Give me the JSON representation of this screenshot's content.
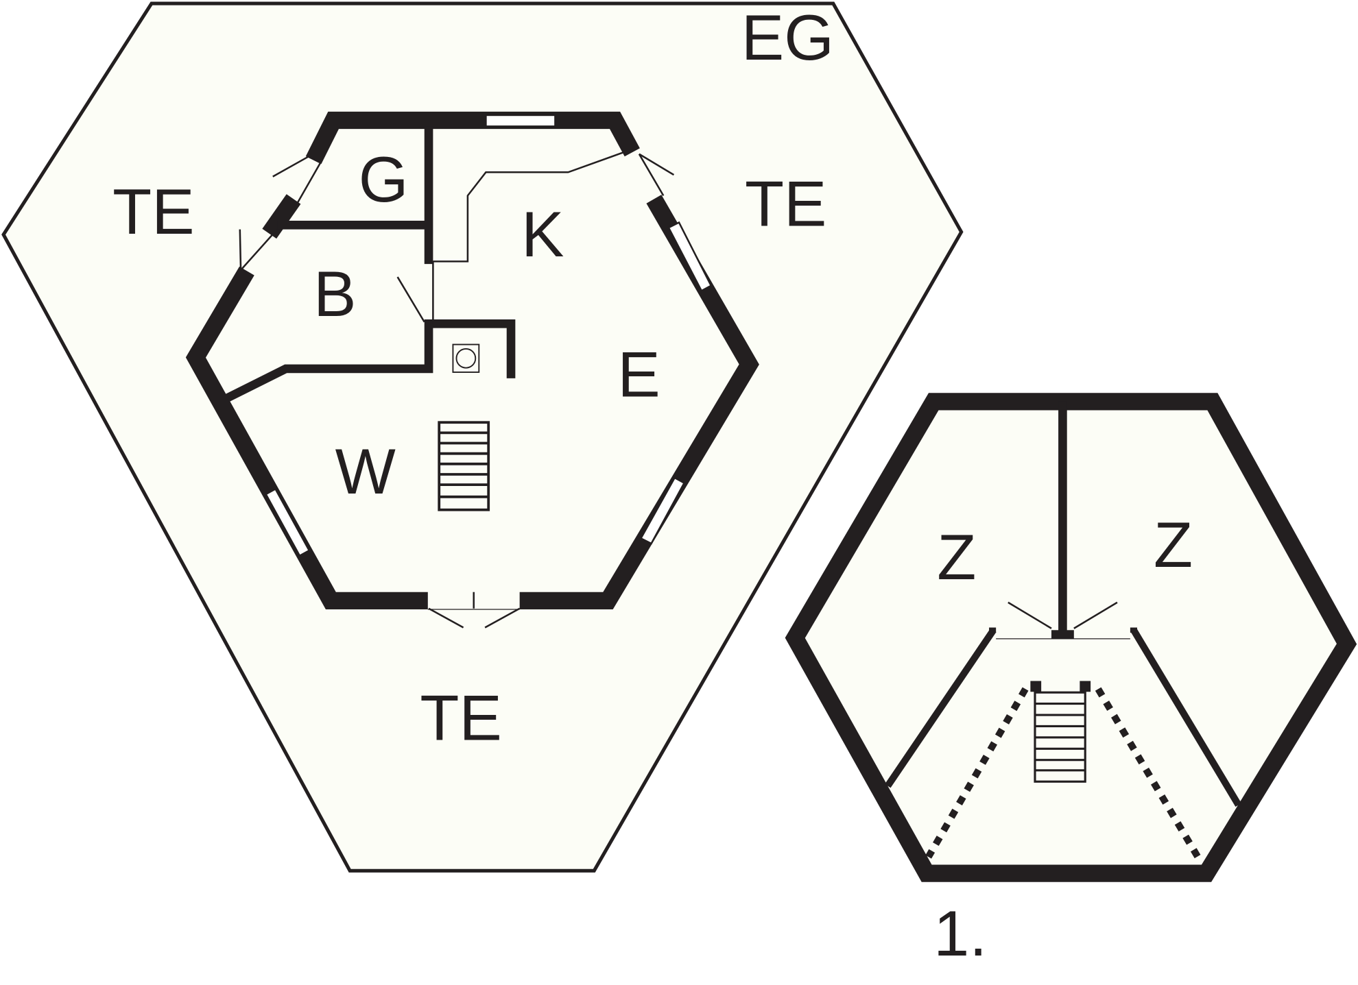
{
  "colors": {
    "wall": "#231f20",
    "floor": "#fcfdf6",
    "background": "#ffffff"
  },
  "ground_floor": {
    "level_label": "EG",
    "rooms": {
      "G": "G",
      "K": "K",
      "B": "B",
      "E": "E",
      "W": "W"
    },
    "terrace_labels": [
      "TE",
      "TE",
      "TE"
    ]
  },
  "upper_floor": {
    "level_label": "1.",
    "rooms": [
      "Z",
      "Z"
    ]
  }
}
